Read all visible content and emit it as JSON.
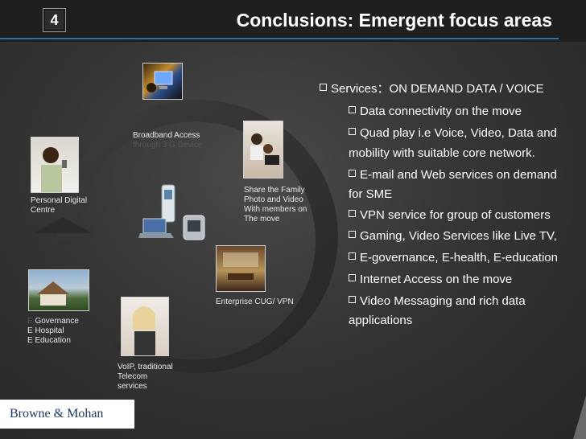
{
  "slide_number": "4",
  "title": "Conclusions: Emergent focus areas",
  "captions": {
    "broadband_1": "Broadband Access",
    "broadband_2": "through 3 G Device",
    "share_1": "Share the Family",
    "share_2": "Photo and Video",
    "share_3": "With members on",
    "share_4": "The move",
    "pdc_1": "Personal Digital",
    "pdc_2": " Centre",
    "enterprise": "Enterprise CUG/ VPN",
    "egov_e": "E",
    "egov_1": " Governance",
    "egov_2": "E Hospital",
    "egov_3": "E Education",
    "voip_1": "VoIP, traditional",
    "voip_2": "Telecom",
    "voip_3": "services"
  },
  "bullets": {
    "main": "Services：ON DEMAND DATA / VOICE",
    "items": [
      "Data connectivity on the move",
      "Quad play i.e Voice, Video, Data and",
      "mobility with suitable core network.",
      "E-mail and Web services on demand",
      "for SME",
      "VPN service for group of customers",
      "Gaming, Video Services like Live TV,",
      "E-governance, E-health, E-education",
      "Internet Access on the move",
      "Video Messaging and rich data",
      "applications"
    ]
  },
  "footer": "Browne & Mohan",
  "colors": {
    "accent_line": "#2e6fb0",
    "title": "#ffffff",
    "footer_text": "#1f3864"
  }
}
